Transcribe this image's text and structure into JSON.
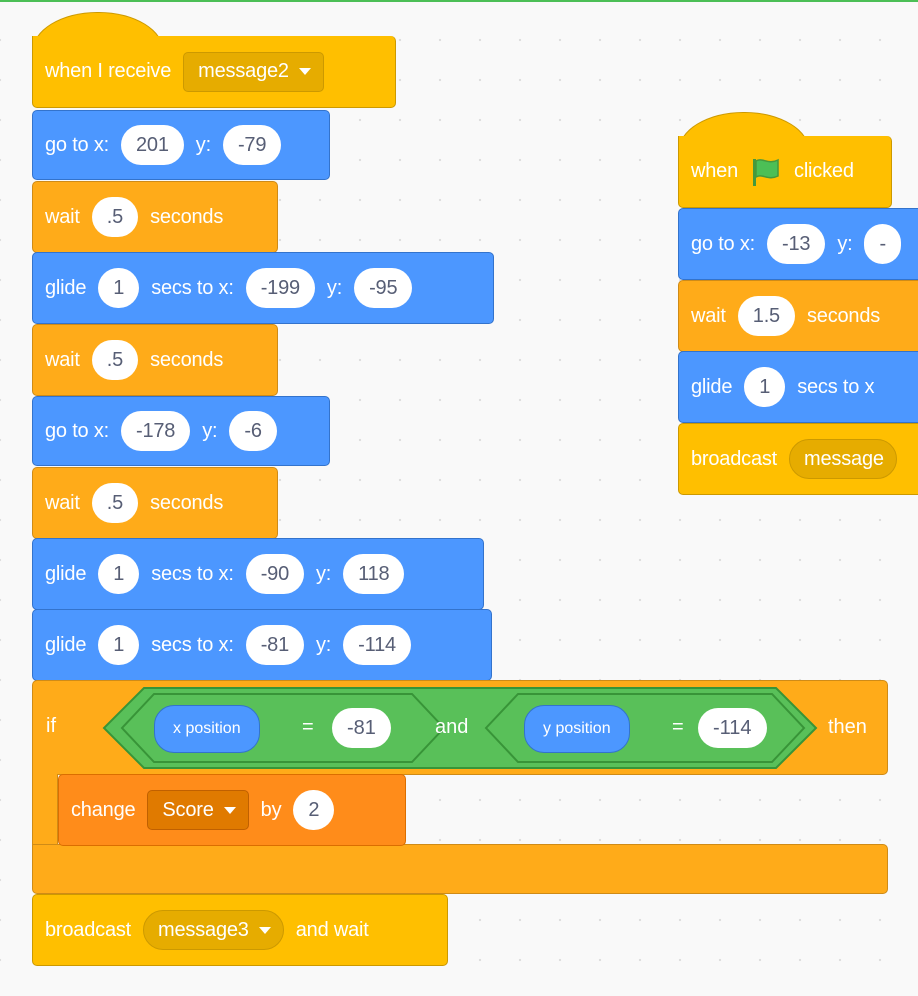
{
  "scriptA": {
    "hat": {
      "label": "when I receive",
      "message": "message2"
    },
    "goto1": {
      "label": "go to x:",
      "x": "201",
      "ylabel": "y:",
      "y": "-79"
    },
    "wait1": {
      "label": "wait",
      "value": ".5",
      "suffix": "seconds"
    },
    "glide1": {
      "label": "glide",
      "secs": "1",
      "mid": "secs to x:",
      "x": "-199",
      "ylabel": "y:",
      "y": "-95"
    },
    "wait2": {
      "label": "wait",
      "value": ".5",
      "suffix": "seconds"
    },
    "goto2": {
      "label": "go to x:",
      "x": "-178",
      "ylabel": "y:",
      "y": "-6"
    },
    "wait3": {
      "label": "wait",
      "value": ".5",
      "suffix": "seconds"
    },
    "glide2": {
      "label": "glide",
      "secs": "1",
      "mid": "secs to x:",
      "x": "-90",
      "ylabel": "y:",
      "y": "118"
    },
    "glide3": {
      "label": "glide",
      "secs": "1",
      "mid": "secs to x:",
      "x": "-81",
      "ylabel": "y:",
      "y": "-114"
    },
    "if": {
      "label": "if",
      "then": "then",
      "and": "and",
      "cond1": {
        "reporter": "x position",
        "op": "=",
        "value": "-81"
      },
      "cond2": {
        "reporter": "y position",
        "op": "=",
        "value": "-114"
      }
    },
    "change": {
      "label": "change",
      "variable": "Score",
      "by": "by",
      "value": "2"
    },
    "broadcast": {
      "label": "broadcast",
      "message": "message3",
      "suffix": "and wait"
    }
  },
  "scriptB": {
    "hat": {
      "when": "when",
      "clicked": "clicked",
      "flag_icon": "green-flag-icon"
    },
    "goto": {
      "label": "go to x:",
      "x": "-13",
      "ylabel": "y:",
      "y": "-"
    },
    "wait": {
      "label": "wait",
      "value": "1.5",
      "suffix": "seconds"
    },
    "glide": {
      "label": "glide",
      "secs": "1",
      "mid": "secs to x"
    },
    "broadcast": {
      "label": "broadcast",
      "message": "message"
    }
  },
  "colors": {
    "motion": "#4c97ff",
    "control": "#ffab19",
    "events": "#ffbf00",
    "variables": "#ff8c1a",
    "operators": "#59c059",
    "flag": "#4cbf56"
  }
}
